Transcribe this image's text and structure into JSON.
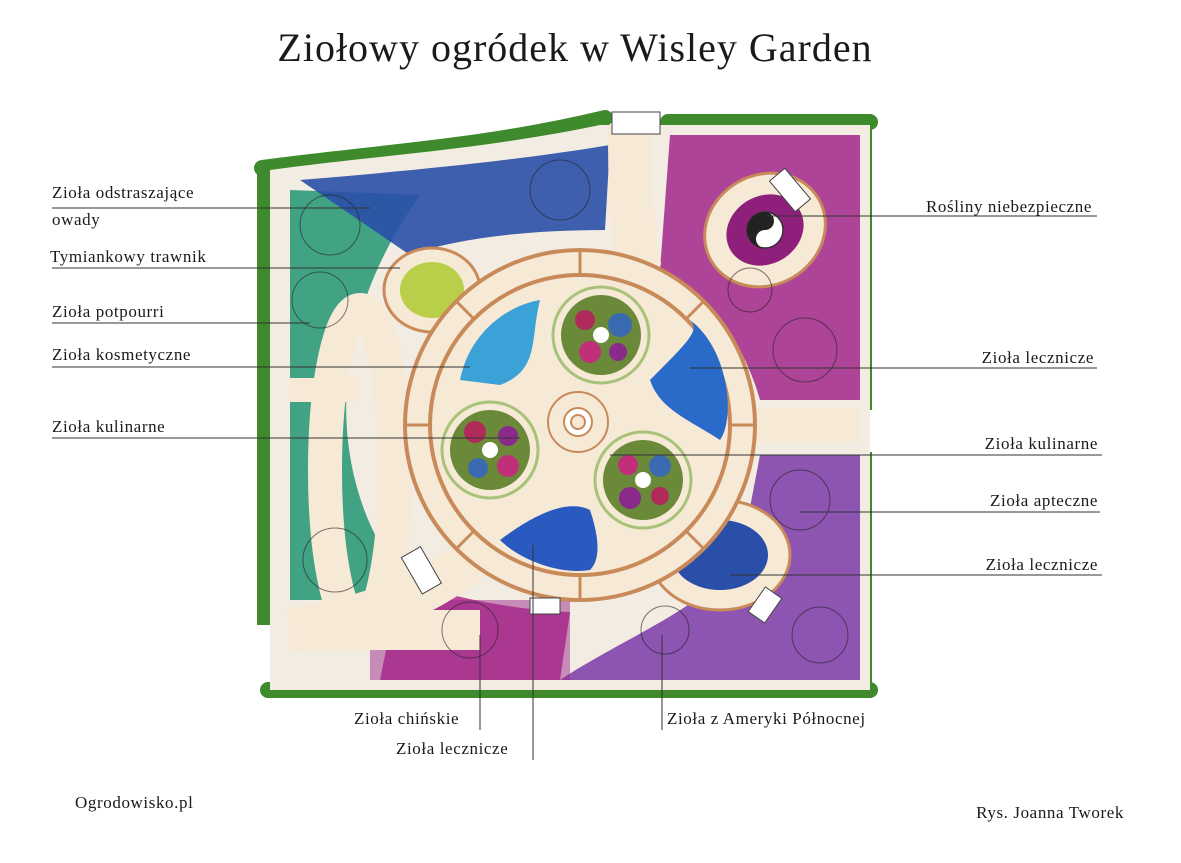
{
  "title": "Ziołowy ogródek w Wisley Garden",
  "labels_left": {
    "odstraszajace_1": "Zioła odstraszające",
    "odstraszajace_2": "owady",
    "tymiankowy": "Tymiankowy trawnik",
    "potpourri": "Zioła potpourri",
    "kosmetyczne": "Zioła kosmetyczne",
    "kulinarne": "Zioła kulinarne"
  },
  "labels_right": {
    "niebezpieczne": "Rośliny niebezpieczne",
    "lecznicze_top": "Zioła lecznicze",
    "kulinarne": "Zioła kulinarne",
    "apteczne": "Zioła apteczne",
    "lecznicze_bottom": "Zioła lecznicze"
  },
  "labels_bottom": {
    "chinskie": "Zioła chińskie",
    "lecznicze": "Zioła lecznicze",
    "ameryka": "Zioła z Ameryki Północnej"
  },
  "footer": {
    "site": "Ogrodowisko.pl",
    "credit": "Rys. Joanna Tworek"
  },
  "colors": {
    "hedge": "#3e8a2c",
    "teal_bed": "#2f9a7a",
    "blue_bed": "#2a4fa8",
    "light_blue_bed": "#3aa2d6",
    "magenta_bed": "#a0278a",
    "purple_bed": "#7a3aa8",
    "path": "#f6e9d6",
    "path_edge": "#c98a5a",
    "thyme_lawn": "#b9cf4a"
  }
}
